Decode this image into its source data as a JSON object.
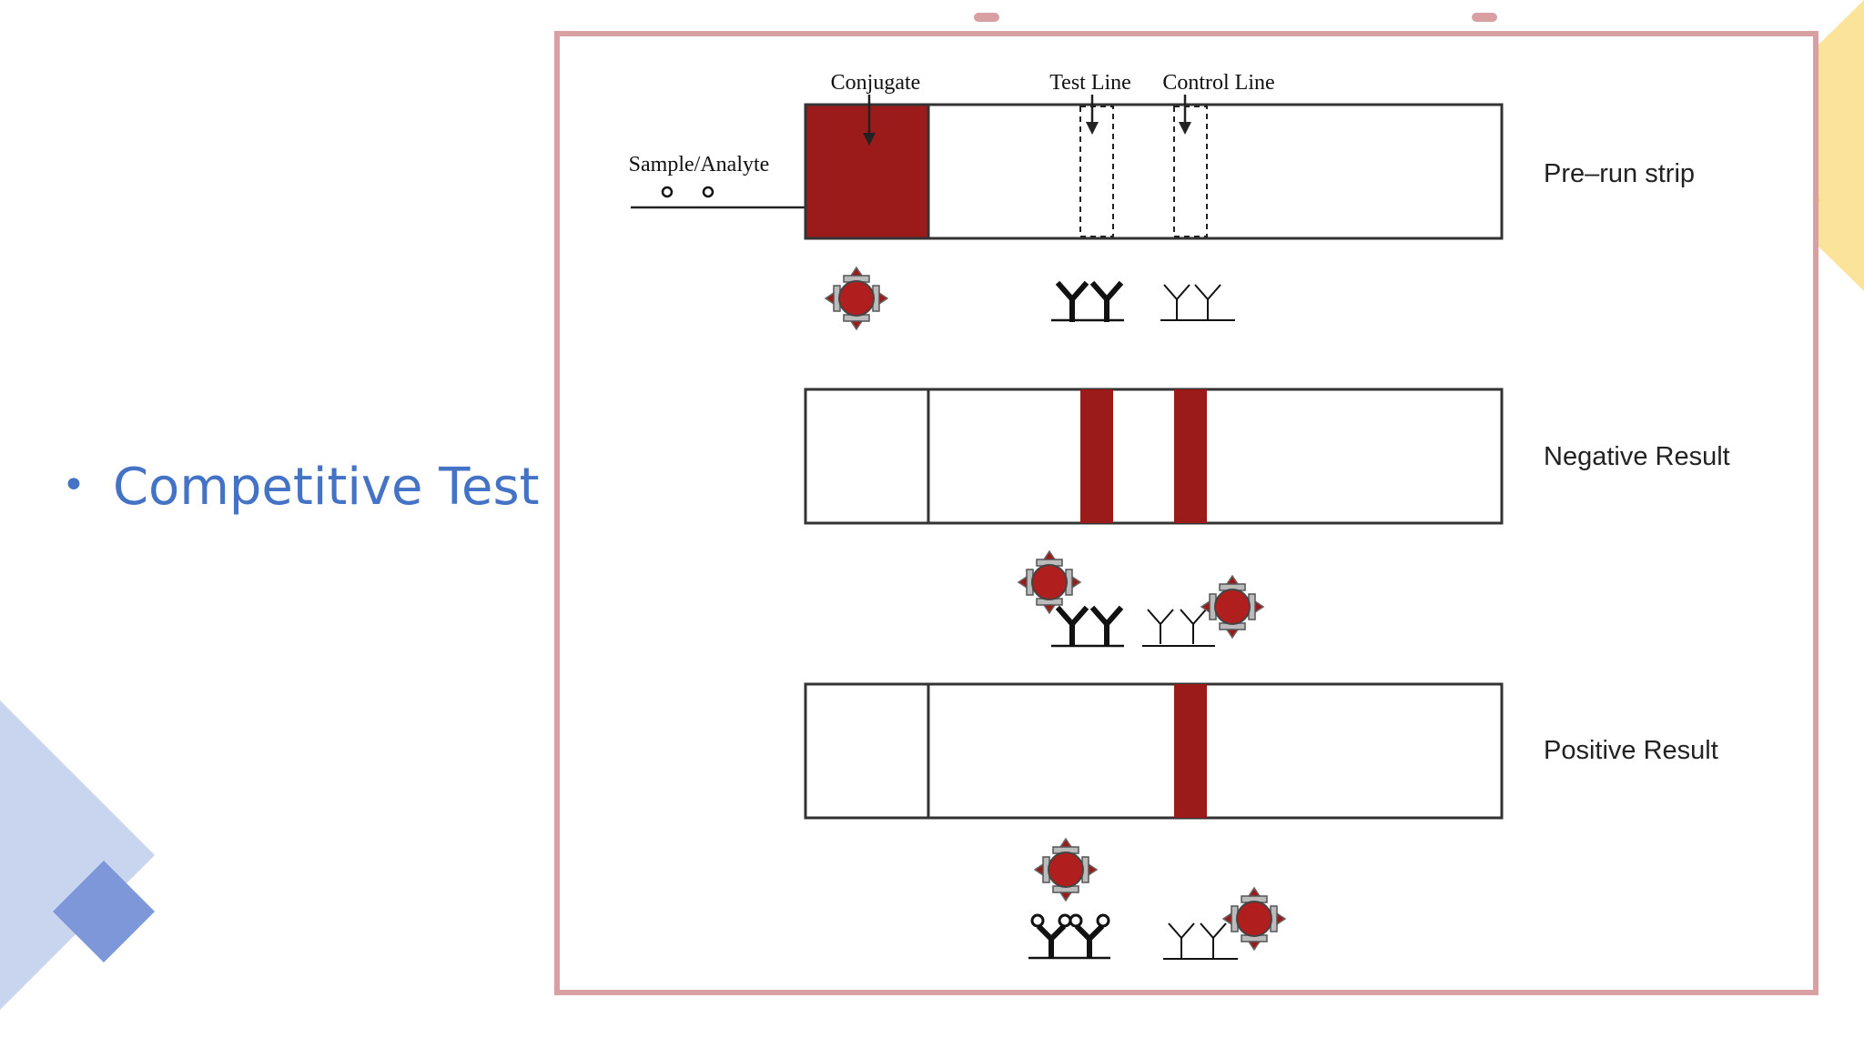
{
  "slide": {
    "bullet_text": "Competitive Test",
    "bullet_symbol": "•",
    "bullet_color": "#4472C4"
  },
  "diagram": {
    "labels": {
      "conjugate": "Conjugate",
      "test_line": "Test Line",
      "control_line": "Control Line",
      "sample": "Sample/Analyte"
    },
    "rows": [
      {
        "name": "pre-run",
        "label": "Pre–run strip",
        "test_line_visible": false,
        "control_line_visible": false,
        "conjugate_filled": true
      },
      {
        "name": "negative",
        "label": "Negative Result",
        "test_line_visible": true,
        "control_line_visible": true,
        "conjugate_filled": false
      },
      {
        "name": "positive",
        "label": "Positive Result",
        "test_line_visible": false,
        "control_line_visible": true,
        "conjugate_filled": false
      }
    ],
    "colors": {
      "conjugate": "#9B1B1B",
      "frame": "#d9a0a3",
      "strip_border": "#333333",
      "accent_blue": "#9FB4E3",
      "accent_yellow": "#FCD96A"
    },
    "icons": [
      "gold-conjugate-icon",
      "antibody-icon",
      "antigen-icon"
    ]
  }
}
